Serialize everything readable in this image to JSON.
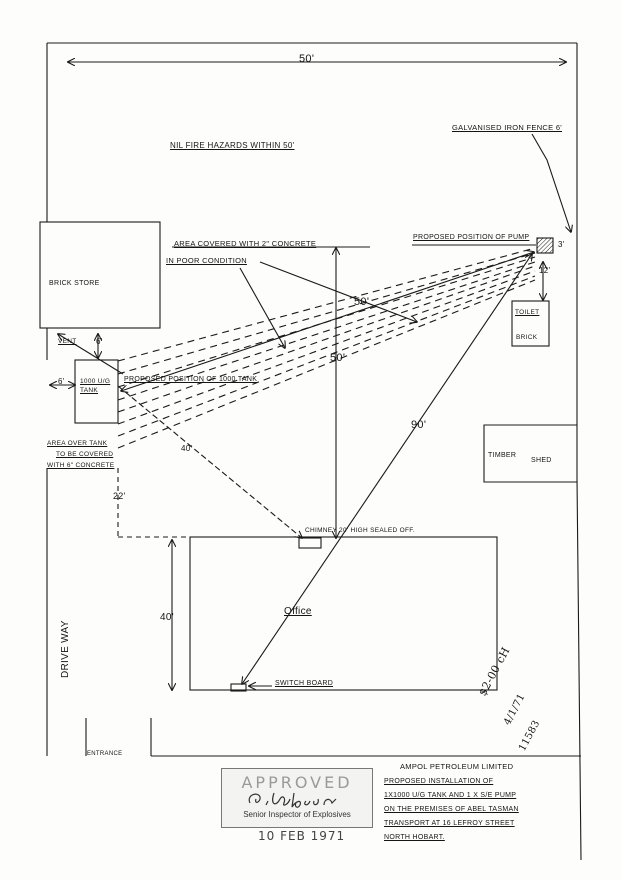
{
  "plan": {
    "overall_width": "50'",
    "fire_note": "Nil fire hazards within 50'",
    "fence_note": "Galvanised Iron Fence 6'",
    "area_concrete_line1": "Area covered with 2\" Concrete",
    "area_concrete_line2": "In poor condition",
    "pump_note": "Proposed position of Pump",
    "pump_offset": "3'",
    "pump_toilet_gap": "12'",
    "brick_store": "Brick Store",
    "vent": "Vent",
    "vent_gap": "6'",
    "tank_offset": "6'",
    "tank_label": "1000 U/G Tank",
    "tank_note": "Proposed position of 1000 tank",
    "toilet_label": "Toilet",
    "toilet_material": "Brick",
    "dist_pump_tank": "50'",
    "dist_vertical": "50'",
    "dist_tank_chimney": "40'",
    "dist_pump_switch": "90'",
    "area_over_tank_line1": "Area over tank",
    "area_over_tank_line2": "to be covered",
    "area_over_tank_line3": "with 6\" Concrete",
    "tank_to_office": "22'",
    "timber_shed_1": "Timber",
    "timber_shed_2": "Shed",
    "chimney_note": "Chimney 20' high sealed off.",
    "office": "Office",
    "office_depth": "40'",
    "switch_board": "Switch Board",
    "drive_way": "Drive Way",
    "entrance": "Entrance"
  },
  "handwritten": {
    "fee": "$2-00 cH",
    "date": "4/1/71",
    "ref": "11583"
  },
  "title_block": {
    "company": "Ampol Petroleum Limited",
    "line1": "Proposed installation of",
    "line2": "1x1000 U/G Tank and 1 x S/E Pump",
    "line3": "on the premises of Abel Tasman",
    "line4": "Transport at 16 Lefroy Street",
    "line5": "North Hobart."
  },
  "stamp": {
    "word": "APPROVED",
    "signature": "G. Robson",
    "caption": "Senior Inspector of Explosives",
    "date": "10 FEB 1971"
  }
}
